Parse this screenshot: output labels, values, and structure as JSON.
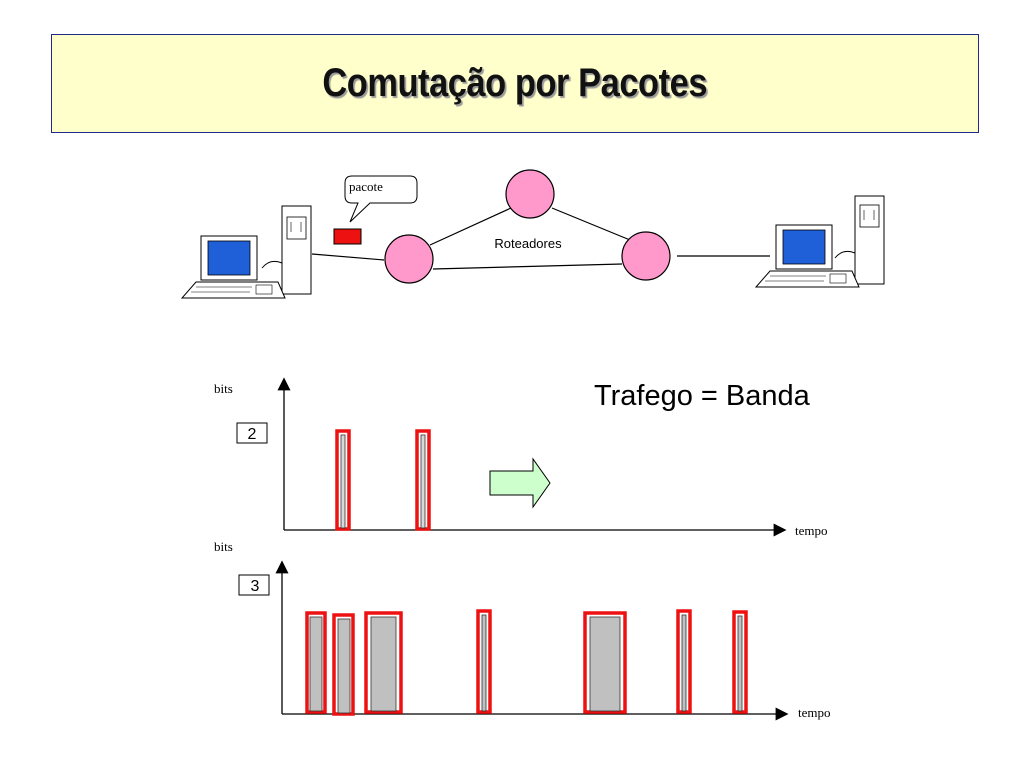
{
  "slide": {
    "title": "Comutação por Pacotes"
  },
  "network": {
    "packet_label": "pacote",
    "routers_label": "Roteadores"
  },
  "equation": "Trafego = Banda",
  "charts": [
    {
      "y_label": "bits",
      "x_label": "tempo",
      "badge": "2"
    },
    {
      "y_label": "bits",
      "x_label": "tempo",
      "badge": "3"
    }
  ],
  "colors": {
    "title_bg": "#ffffcc",
    "router": "#ff99cc",
    "packet": "#ee1111",
    "screen": "#1f5fd8",
    "arrow": "#ccffcc",
    "bar_fill": "#c0c0c0",
    "bar_outline": "#ee1111"
  }
}
